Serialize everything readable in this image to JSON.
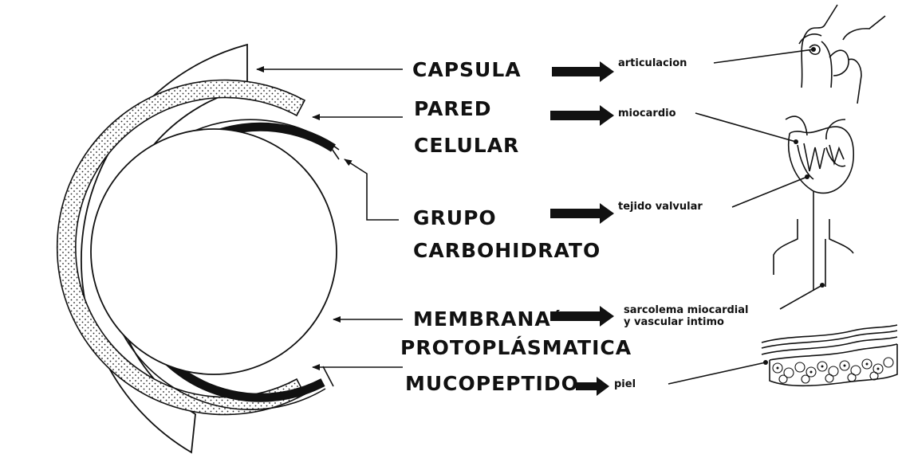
{
  "diagram": {
    "layers": [
      {
        "label": "CAPSULA",
        "tissue": "articulacion"
      },
      {
        "label_line1": "PARED",
        "label_line2": "CELULAR",
        "tissue": "miocardio"
      },
      {
        "label_line1": "GRUPO",
        "label_line2": "CARBOHIDRATO",
        "tissue": "tejido valvular"
      },
      {
        "label_line1": "MEMBRANA´",
        "label_line2": "PROTOPLÁSMATICA",
        "tissue_line1": "sarcolema miocardial",
        "tissue_line2": "y vascular intimo"
      },
      {
        "label": "MUCOPEPTIDO",
        "tissue": "piel"
      }
    ],
    "colors": {
      "ink": "#111111",
      "background": "#ffffff"
    }
  }
}
